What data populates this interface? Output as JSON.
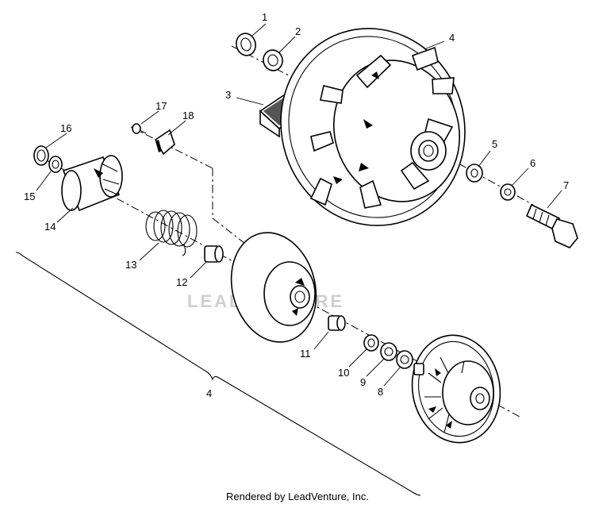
{
  "watermark": {
    "text": "LEADVENTURE"
  },
  "footer": {
    "text": "Rendered by LeadVenture, Inc."
  },
  "callouts": {
    "c1": "1",
    "c2": "2",
    "c3": "3",
    "c4a": "4",
    "c5": "5",
    "c6": "6",
    "c7": "7",
    "c8": "8",
    "c9": "9",
    "c10": "10",
    "c11": "11",
    "c12": "12",
    "c13": "13",
    "c14": "14",
    "c15": "15",
    "c16": "16",
    "c17": "17",
    "c18": "18",
    "c4b": "4"
  }
}
